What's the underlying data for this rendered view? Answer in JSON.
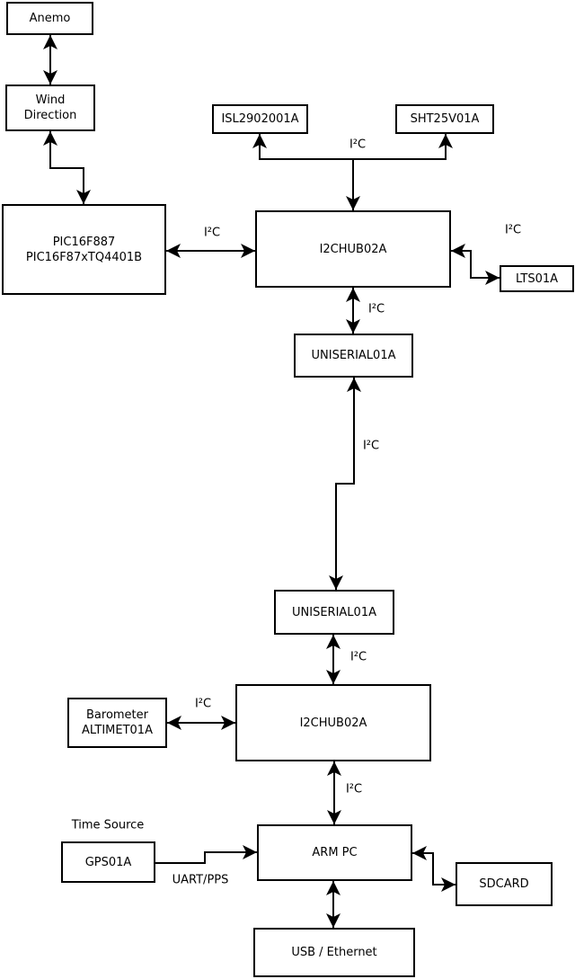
{
  "boxes": {
    "anemo": {
      "label": "Anemo"
    },
    "wind": {
      "line1": "Wind",
      "line2": "Direction"
    },
    "pic": {
      "line1": "PIC16F887",
      "line2": "PIC16F87xTQ4401B"
    },
    "isl": {
      "label": "ISL2902001A"
    },
    "sht": {
      "label": "SHT25V01A"
    },
    "hub1": {
      "label": "I2CHUB02A"
    },
    "lts": {
      "label": "LTS01A"
    },
    "uniserial1": {
      "label": "UNISERIAL01A"
    },
    "uniserial2": {
      "label": "UNISERIAL01A"
    },
    "hub2": {
      "label": "I2CHUB02A"
    },
    "barometer": {
      "line1": "Barometer",
      "line2": "ALTIMET01A"
    },
    "gps": {
      "label": "GPS01A"
    },
    "arm": {
      "label": "ARM PC"
    },
    "sdcard": {
      "label": "SDCARD"
    },
    "usb": {
      "label": "USB / Ethernet"
    }
  },
  "labels": {
    "i2c": "I²C",
    "time_source": "Time Source",
    "uart_pps": "UART/PPS"
  },
  "colors": {
    "line": "#000000",
    "background": "#ffffff",
    "box_fill": "#ffffff"
  }
}
